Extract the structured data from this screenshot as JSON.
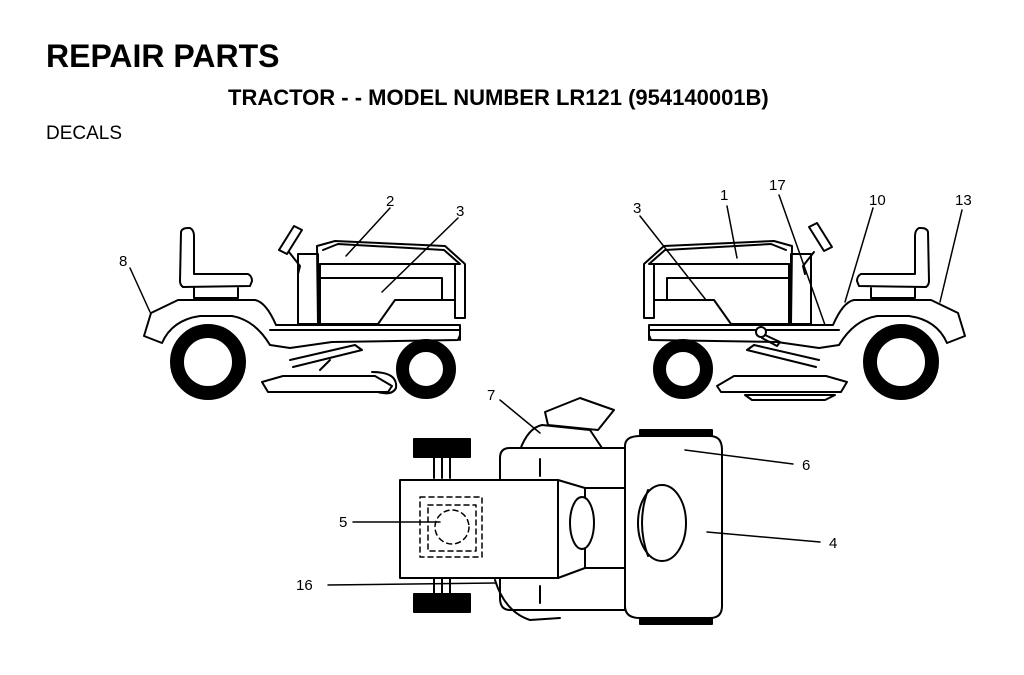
{
  "header": {
    "title": "REPAIR PARTS",
    "subtitle": "TRACTOR - - MODEL NUMBER LR121 (954140001B)",
    "section": "DECALS"
  },
  "callouts": {
    "left_view": [
      "8",
      "2",
      "3"
    ],
    "right_view": [
      "3",
      "1",
      "17",
      "10",
      "13"
    ],
    "top_view": [
      "7",
      "6",
      "5",
      "4",
      "16"
    ]
  }
}
